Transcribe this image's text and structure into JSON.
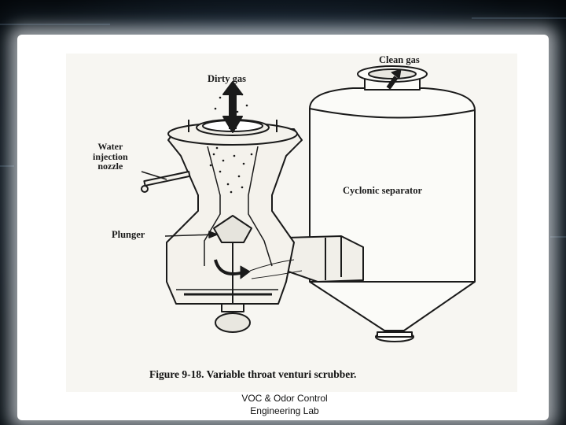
{
  "figure": {
    "labels": {
      "dirty_gas": "Dirty gas",
      "clean_gas": "Clean gas",
      "water_injection_nozzle": [
        "Water",
        "injection",
        "nozzle"
      ],
      "plunger": "Plunger",
      "cyclonic_separator": "Cyclonic separator"
    },
    "caption": "Figure 9-18. Variable throat venturi scrubber."
  },
  "footer": {
    "line1": "VOC & Odor Control",
    "line2": "Engineering Lab"
  },
  "colors": {
    "ink": "#1a1a1a",
    "paper": "#f7f6f2",
    "backdrop": "#05080c"
  }
}
